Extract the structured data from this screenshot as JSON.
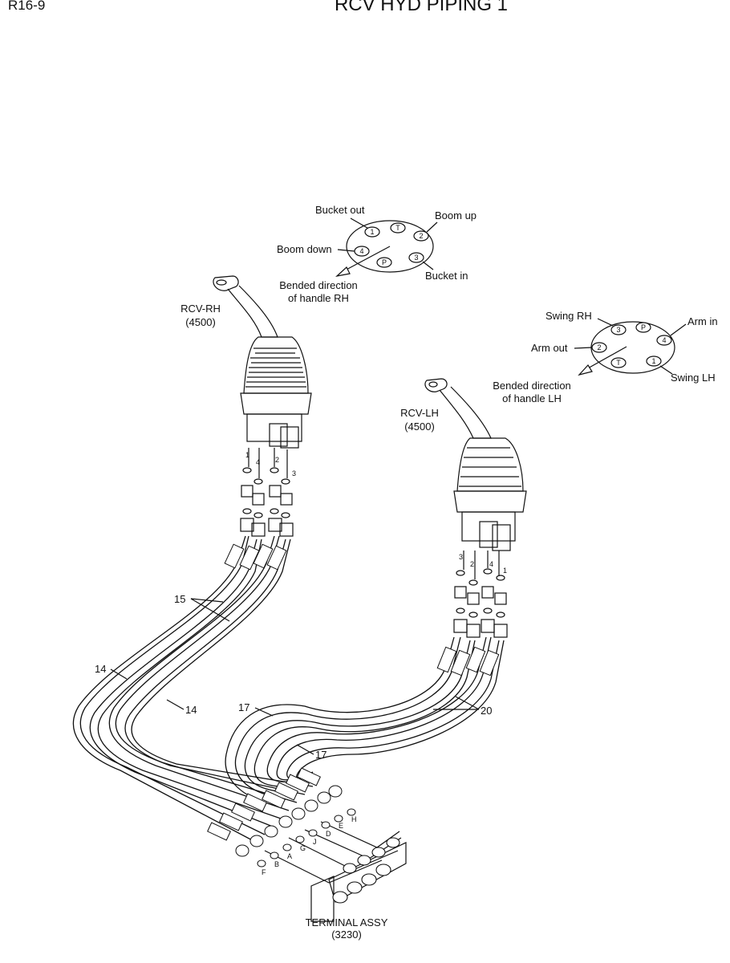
{
  "header": {
    "page_code": "R16-9",
    "title": "RCV HYD PIPING 1"
  },
  "rh_pattern": {
    "ports": [
      "1",
      "T",
      "2",
      "4",
      "P",
      "3"
    ],
    "labels": {
      "bucket_out": "Bucket out",
      "boom_up": "Boom up",
      "boom_down": "Boom down",
      "bucket_in": "Bucket in",
      "bend_line1": "Bended direction",
      "bend_line2": "of handle RH"
    }
  },
  "lh_pattern": {
    "ports": [
      "3",
      "P",
      "2",
      "4",
      "T",
      "1"
    ],
    "labels": {
      "swing_rh": "Swing RH",
      "arm_in": "Arm in",
      "arm_out": "Arm out",
      "swing_lh": "Swing LH",
      "bend_line1": "Bended direction",
      "bend_line2": "of handle LH"
    }
  },
  "rcv_rh": {
    "name": "RCV-RH",
    "code": "(4500)",
    "pins": [
      "1",
      "4",
      "2",
      "3"
    ]
  },
  "rcv_lh": {
    "name": "RCV-LH",
    "code": "(4500)",
    "pins": [
      "3",
      "2",
      "4",
      "1"
    ]
  },
  "callouts": {
    "c15": "15",
    "c14a": "14",
    "c14b": "14",
    "c17a": "17",
    "c17b": "17",
    "c20": "20"
  },
  "terminal": {
    "name": "TERMINAL ASSY",
    "code": "(3230)",
    "letters": [
      "F",
      "B",
      "A",
      "G",
      "J",
      "D",
      "E",
      "H"
    ]
  }
}
